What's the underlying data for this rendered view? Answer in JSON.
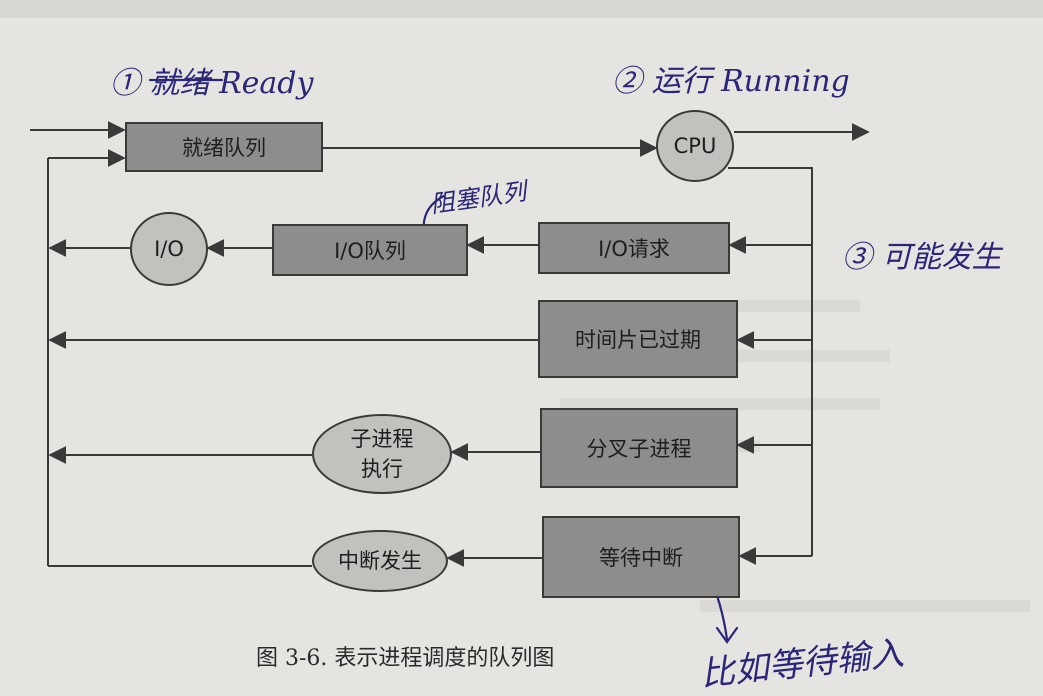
{
  "diagram": {
    "queues": {
      "ready": "就绪队列",
      "io": "I/O队列"
    },
    "resources": {
      "cpu": "CPU",
      "io": "I/O",
      "child": "子进程\n执行",
      "interrupt": "中断发生"
    },
    "events": {
      "io_request": "I/O请求",
      "time_slice": "时间片已过期",
      "fork": "分叉子进程",
      "wait_interrupt": "等待中断"
    },
    "caption": "图 3-6.  表示进程调度的队列图"
  },
  "handwriting": {
    "ready_state": "① 就绪 Ready",
    "running_state": "② 运行 Running",
    "possible": "③ 可能发生",
    "blocked_queue": "阻塞队列",
    "example": "比如等待输入"
  },
  "colors": {
    "box_fill": "#8f8d8b",
    "node_fill": "#c3c1be",
    "stroke": "#3a3938",
    "ink": "#2a2678",
    "paper": "#e6e4e0"
  }
}
